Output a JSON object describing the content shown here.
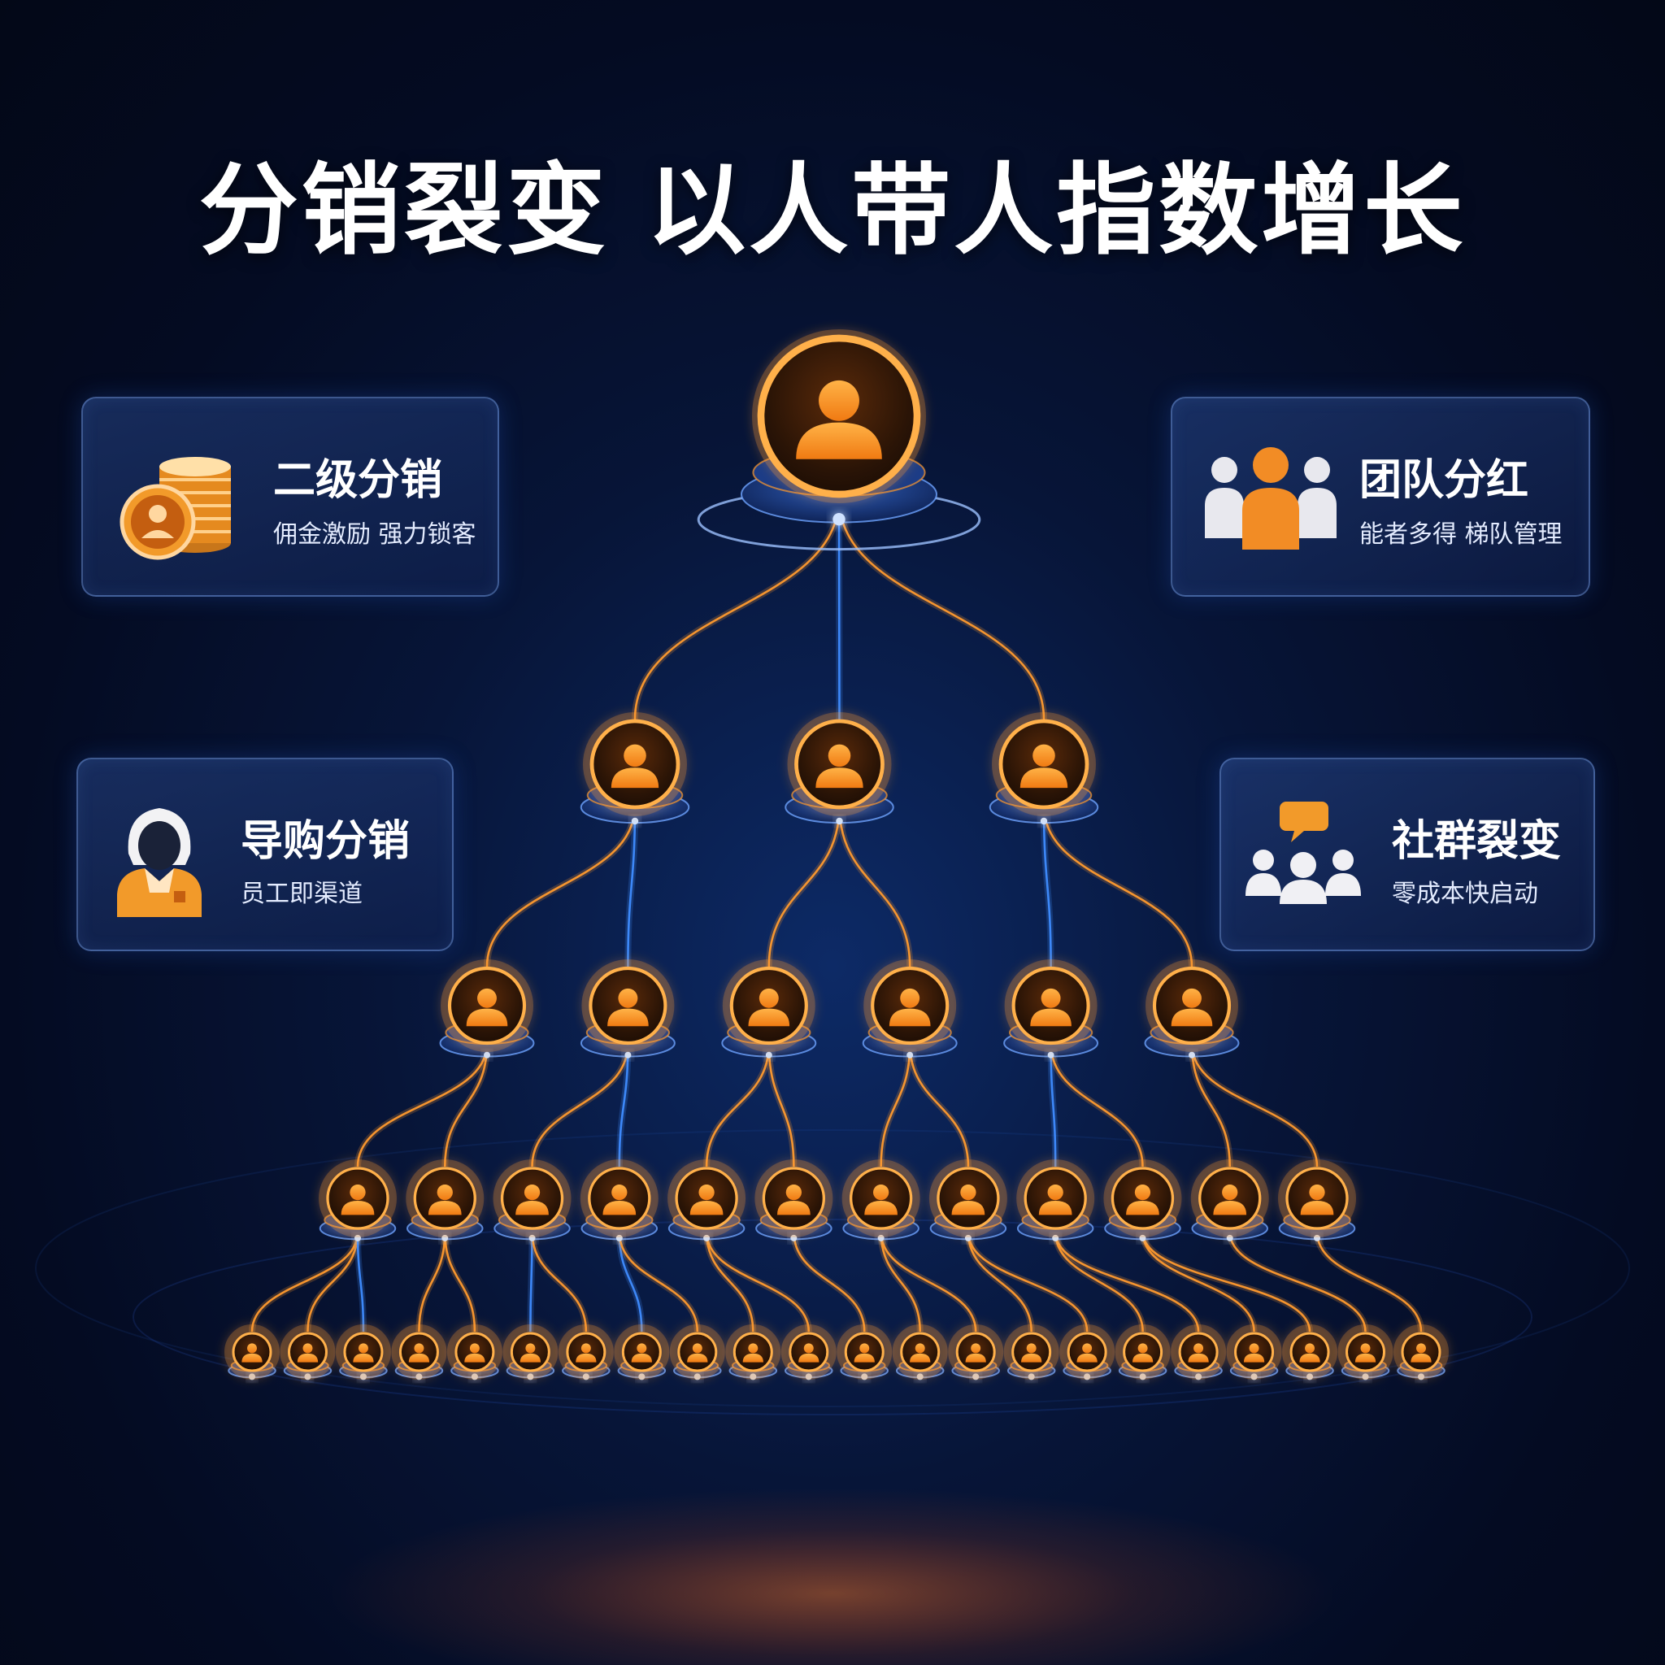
{
  "title": "分销裂变 以人带人指数增长",
  "cards": {
    "top_left": {
      "title": "二级分销",
      "subtitle": "佣金激励 强力锁客",
      "icon": "coin-stack-icon"
    },
    "top_right": {
      "title": "团队分红",
      "subtitle": "能者多得 梯队管理",
      "icon": "team-icon"
    },
    "mid_left": {
      "title": "导购分销",
      "subtitle": "员工即渠道",
      "icon": "shop-assistant-icon"
    },
    "mid_right": {
      "title": "社群裂变",
      "subtitle": "零成本快启动",
      "icon": "community-chat-icon"
    }
  },
  "tree": {
    "levels": [
      1,
      3,
      6,
      12,
      22
    ],
    "node_icon": "person-icon"
  },
  "colors": {
    "accent_orange": "#ff9a2e",
    "glow_blue": "#3f8cff",
    "background": "#040b22"
  }
}
